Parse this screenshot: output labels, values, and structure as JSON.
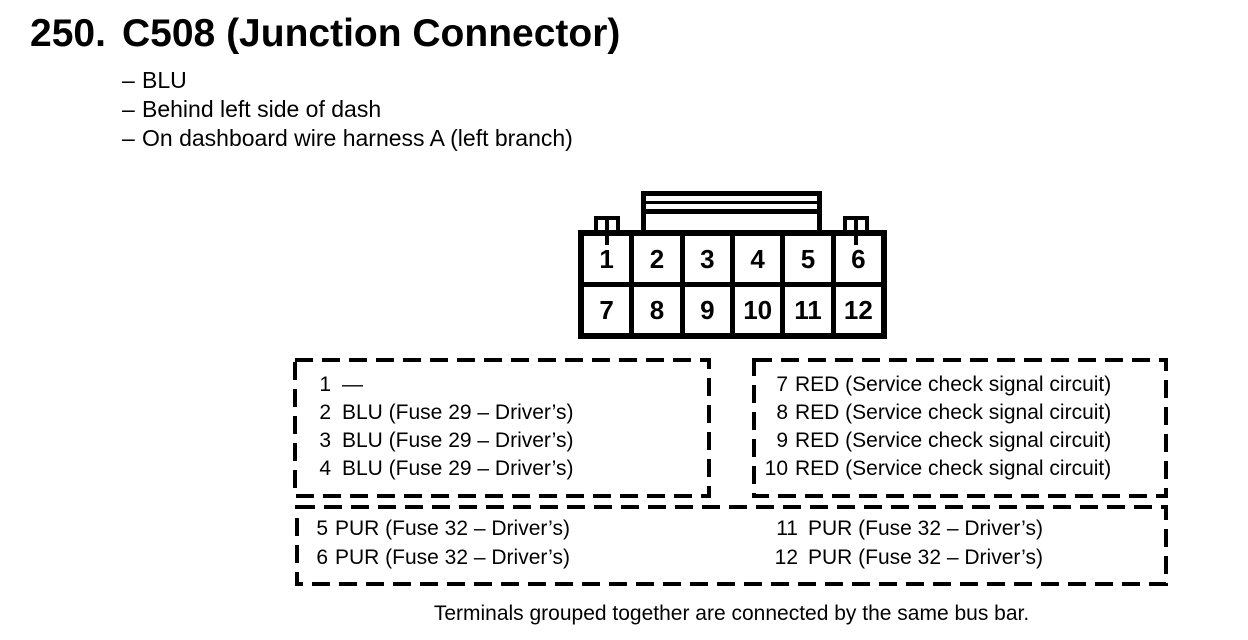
{
  "header": {
    "title_number": "250.",
    "title": "C508 (Junction Connector)",
    "note_dash": "–",
    "notes": [
      "BLU",
      "Behind left side of dash",
      "On dashboard wire harness A (left branch)"
    ]
  },
  "connector": {
    "row1": [
      "1",
      "2",
      "3",
      "4",
      "5",
      "6"
    ],
    "row2": [
      "7",
      "8",
      "9",
      "10",
      "11",
      "12"
    ]
  },
  "groups": {
    "left": {
      "pins": [
        {
          "n": "1",
          "d": "—"
        },
        {
          "n": "2",
          "d": "BLU (Fuse 29 – Driver’s)"
        },
        {
          "n": "3",
          "d": "BLU (Fuse 29 – Driver’s)"
        },
        {
          "n": "4",
          "d": "BLU (Fuse 29 – Driver’s)"
        }
      ]
    },
    "right": {
      "pins": [
        {
          "n": "7",
          "d": "RED (Service check signal circuit)"
        },
        {
          "n": "8",
          "d": "RED (Service check signal circuit)"
        },
        {
          "n": "9",
          "d": "RED (Service check signal circuit)"
        },
        {
          "n": "10",
          "d": "RED (Service check signal circuit)"
        }
      ]
    },
    "bottom_left": {
      "pins": [
        {
          "n": "5",
          "d": "PUR (Fuse 32 – Driver’s)"
        },
        {
          "n": "6",
          "d": "PUR (Fuse 32 – Driver’s)"
        }
      ]
    },
    "bottom_right": {
      "pins": [
        {
          "n": "11",
          "d": "PUR (Fuse 32 – Driver’s)"
        },
        {
          "n": "12",
          "d": "PUR (Fuse 32 – Driver’s)"
        }
      ]
    }
  },
  "footer_note": "Terminals grouped together are connected by the same bus bar.",
  "colors": {
    "ink": "#000000",
    "paper": "#ffffff"
  }
}
